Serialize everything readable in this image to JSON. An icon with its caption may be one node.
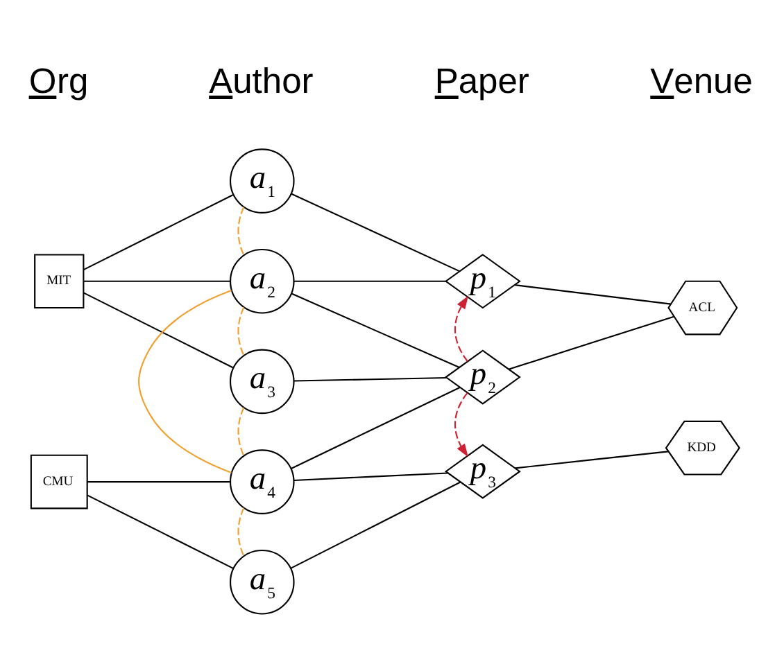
{
  "diagram": {
    "nodes": [
      {
        "text": [
          "MIT"
        ]
      },
      {
        "text": [
          "CMU"
        ]
      },
      {
        "text": [
          "a$_{1}$"
        ]
      },
      {
        "text": [
          "a$_{2}$"
        ]
      },
      {
        "text": [
          "a$_{3}$"
        ]
      },
      {
        "text": [
          "a$_{4}$"
        ]
      },
      {
        "text": [
          "a$_{5}$"
        ]
      },
      {
        "text": [
          "p$_{1}$"
        ]
      },
      {
        "text": [
          "p$_{2}$"
        ]
      },
      {
        "text": [
          "p$_{3}$"
        ]
      },
      {
        "text": [
          "ACL"
        ]
      },
      {
        "text": [
          "KDD"
        ]
      }
    ],
    "edges": [
      {
        "from": 0,
        "to": 2,
        "arrow": "none"
      },
      {
        "from": 0,
        "to": 3,
        "arrow": "none"
      },
      {
        "from": 0,
        "to": 4,
        "arrow": "none"
      },
      {
        "from": 1,
        "to": 5,
        "arrow": "none"
      },
      {
        "from": 1,
        "to": 6,
        "arrow": "none"
      },
      {
        "from": 2,
        "to": 3,
        "arrow": "none",
        "style": "dashed",
        "color": "#f0a030"
      },
      {
        "from": 3,
        "to": 4,
        "arrow": "none",
        "style": "dashed",
        "color": "#f0a030"
      },
      {
        "from": 4,
        "to": 5,
        "arrow": "none",
        "style": "dashed",
        "color": "#f0a030"
      },
      {
        "from": 5,
        "to": 6,
        "arrow": "none",
        "style": "dashed",
        "color": "#f0a030"
      },
      {
        "from": 3,
        "to": 5,
        "arrow": "none",
        "color": "#f0a030"
      },
      {
        "from": 2,
        "to": 7,
        "arrow": "none"
      },
      {
        "from": 3,
        "to": 7,
        "arrow": "none"
      },
      {
        "from": 3,
        "to": 8,
        "arrow": "none"
      },
      {
        "from": 4,
        "to": 8,
        "arrow": "none"
      },
      {
        "from": 5,
        "to": 8,
        "arrow": "none"
      },
      {
        "from": 5,
        "to": 9,
        "arrow": "none"
      },
      {
        "from": 6,
        "to": 9,
        "arrow": "none"
      },
      {
        "from": 8,
        "to": 7,
        "arrow": "to",
        "style": "dashed",
        "color": "#cc2233"
      },
      {
        "from": 8,
        "to": 9,
        "arrow": "to",
        "style": "dashed",
        "color": "#cc2233"
      },
      {
        "from": 7,
        "to": 10,
        "arrow": "none"
      },
      {
        "from": 8,
        "to": 10,
        "arrow": "none"
      },
      {
        "from": 9,
        "to": 11,
        "arrow": "none"
      }
    ],
    "labels": [
      "Org",
      "Author",
      "Paper",
      "Venue"
    ]
  }
}
